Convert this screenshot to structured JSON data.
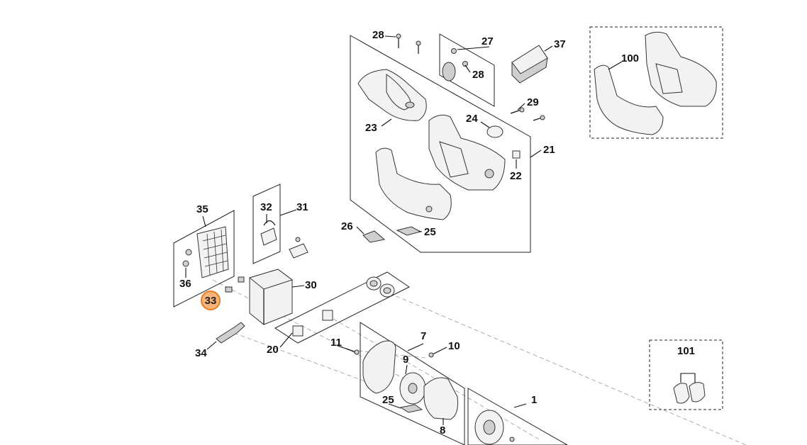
{
  "diagram": {
    "highlight_color": "#e67e22",
    "highlighted_label": "33",
    "labels": {
      "p1": "1",
      "p7": "7",
      "p8": "8",
      "p9": "9",
      "p10": "10",
      "p11": "11",
      "p20": "20",
      "p21": "21",
      "p22": "22",
      "p23": "23",
      "p24": "24",
      "p25a": "25",
      "p25b": "25",
      "p26": "26",
      "p27": "27",
      "p28a": "28",
      "p28b": "28",
      "p29": "29",
      "p30": "30",
      "p31": "31",
      "p32": "32",
      "p33": "33",
      "p34": "34",
      "p35": "35",
      "p36": "36",
      "p37": "37",
      "p100": "100",
      "p101": "101"
    }
  }
}
